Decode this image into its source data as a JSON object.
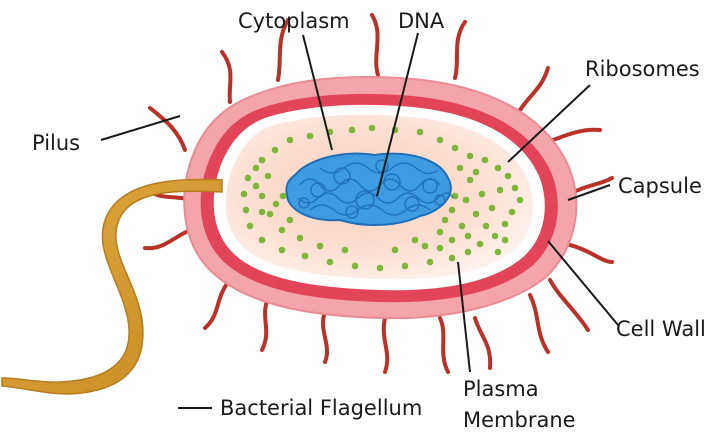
{
  "labels": {
    "cytoplasm": "Cytoplasm",
    "dna": "DNA",
    "ribosomes": "Ribosomes",
    "pilus": "Pilus",
    "capsule": "Capsule",
    "cell_wall": "Cell Wall",
    "plasma_membrane_line1": "Plasma",
    "plasma_membrane_line2": "Membrane",
    "bacterial_flagellum": "Bacterial Flagellum"
  },
  "colors": {
    "pili": "#b8322a",
    "capsule": "#f3a5ab",
    "cell_wall": "#e2455a",
    "membrane": "#ffffff",
    "cytoplasm": "#f7c9b6",
    "dna": "#2f8fd6",
    "ribosomes": "#7fb539",
    "flagellum": "#d39a2e"
  }
}
